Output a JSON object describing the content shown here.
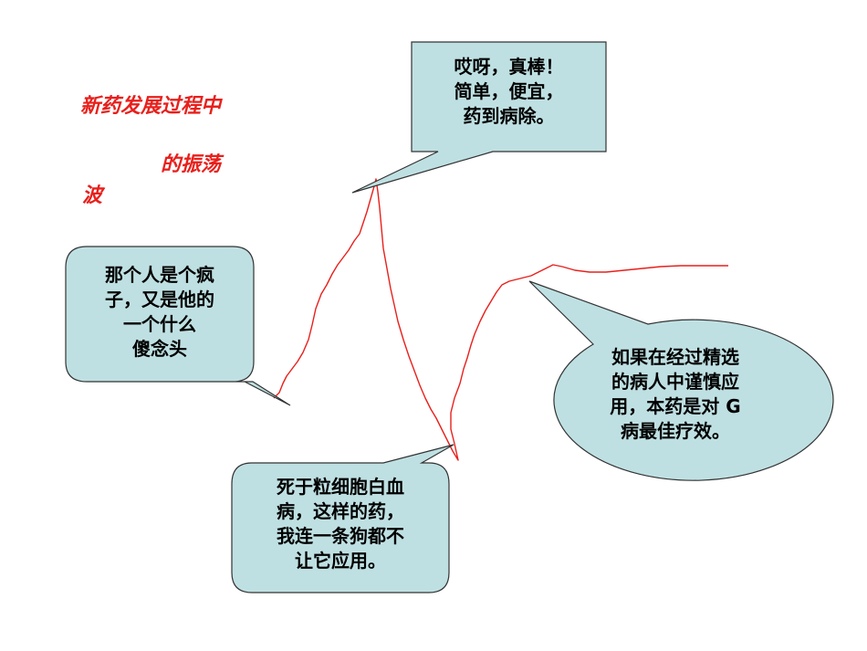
{
  "title": {
    "line1": "新药发展过程中",
    "line2": "的振荡",
    "line3": "波"
  },
  "callouts": {
    "praise": [
      "哎呀，真棒！",
      "简单，便宜，",
      "药到病除。"
    ],
    "crazy": [
      "那个人是个疯",
      "子，又是他的",
      "一个什么",
      "傻念头"
    ],
    "death": [
      "死于粒细胞白血",
      "病，这样的药，",
      "我连一条狗都不",
      "让它应用。"
    ],
    "careful": [
      "如果在经过精选",
      "的病人中谨慎应",
      "用，本药是对 G",
      "病最佳疗效。"
    ]
  },
  "colors": {
    "curve": "#e8201c",
    "bubble_fill": "#bfe0e2",
    "bubble_stroke": "#333333",
    "title": "#e8201c"
  }
}
